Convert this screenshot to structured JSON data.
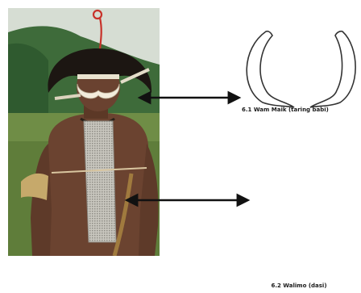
{
  "diagram": {
    "items": [
      {
        "id": "6.1",
        "caption": "6.1 Wam Maik (taring babi)"
      },
      {
        "id": "6.2",
        "caption": "6.2 Walimo (dasi)"
      }
    ]
  },
  "colors": {
    "background": "#ffffff",
    "arrow": "#111111",
    "outline": "#333333",
    "sky": "#cfd8cc",
    "mountain": "#3e6b3a",
    "grass": "#6c8a43",
    "skin": "#6b4330",
    "hair": "#1c1612",
    "walimo": "#c9c7bf",
    "tusk": "#f3ecdc"
  }
}
